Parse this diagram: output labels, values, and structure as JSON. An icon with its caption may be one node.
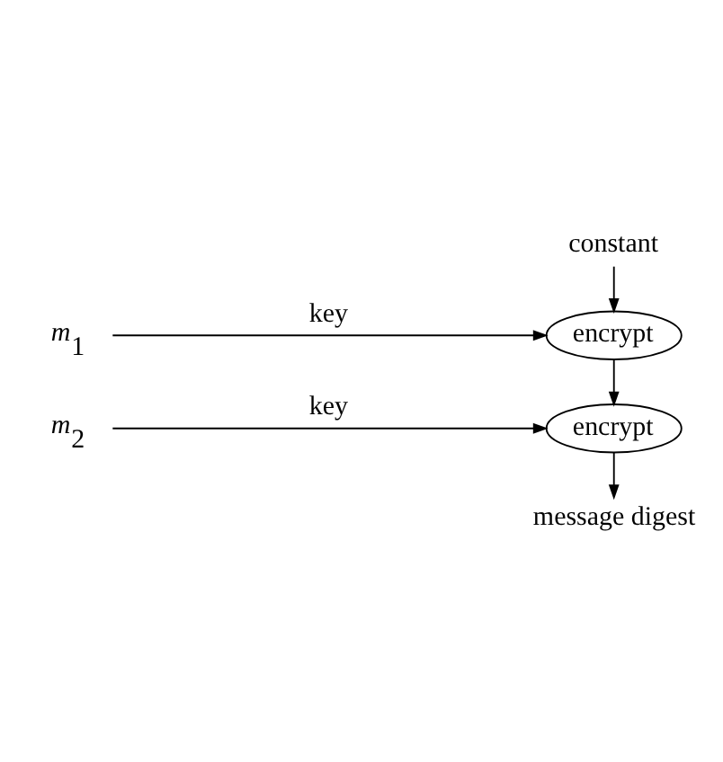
{
  "diagram": {
    "nodes": [
      {
        "text": [
          "constant"
        ]
      },
      {
        "text": [
          "*m*$_{1}$"
        ]
      },
      {
        "text": [
          "encrypt"
        ]
      },
      {
        "text": [
          "*m*$_{2}$"
        ]
      },
      {
        "text": [
          "encrypt"
        ]
      },
      {
        "text": [
          "message digest"
        ]
      }
    ],
    "edges": [
      {
        "from": 0,
        "to": 2,
        "arrow": "to"
      },
      {
        "from": 1,
        "to": 2,
        "arrow": "to",
        "label": "key"
      },
      {
        "from": 2,
        "to": 4,
        "arrow": "to"
      },
      {
        "from": 3,
        "to": 4,
        "arrow": "to",
        "label": "key"
      },
      {
        "from": 4,
        "to": 5,
        "arrow": "to"
      }
    ]
  }
}
